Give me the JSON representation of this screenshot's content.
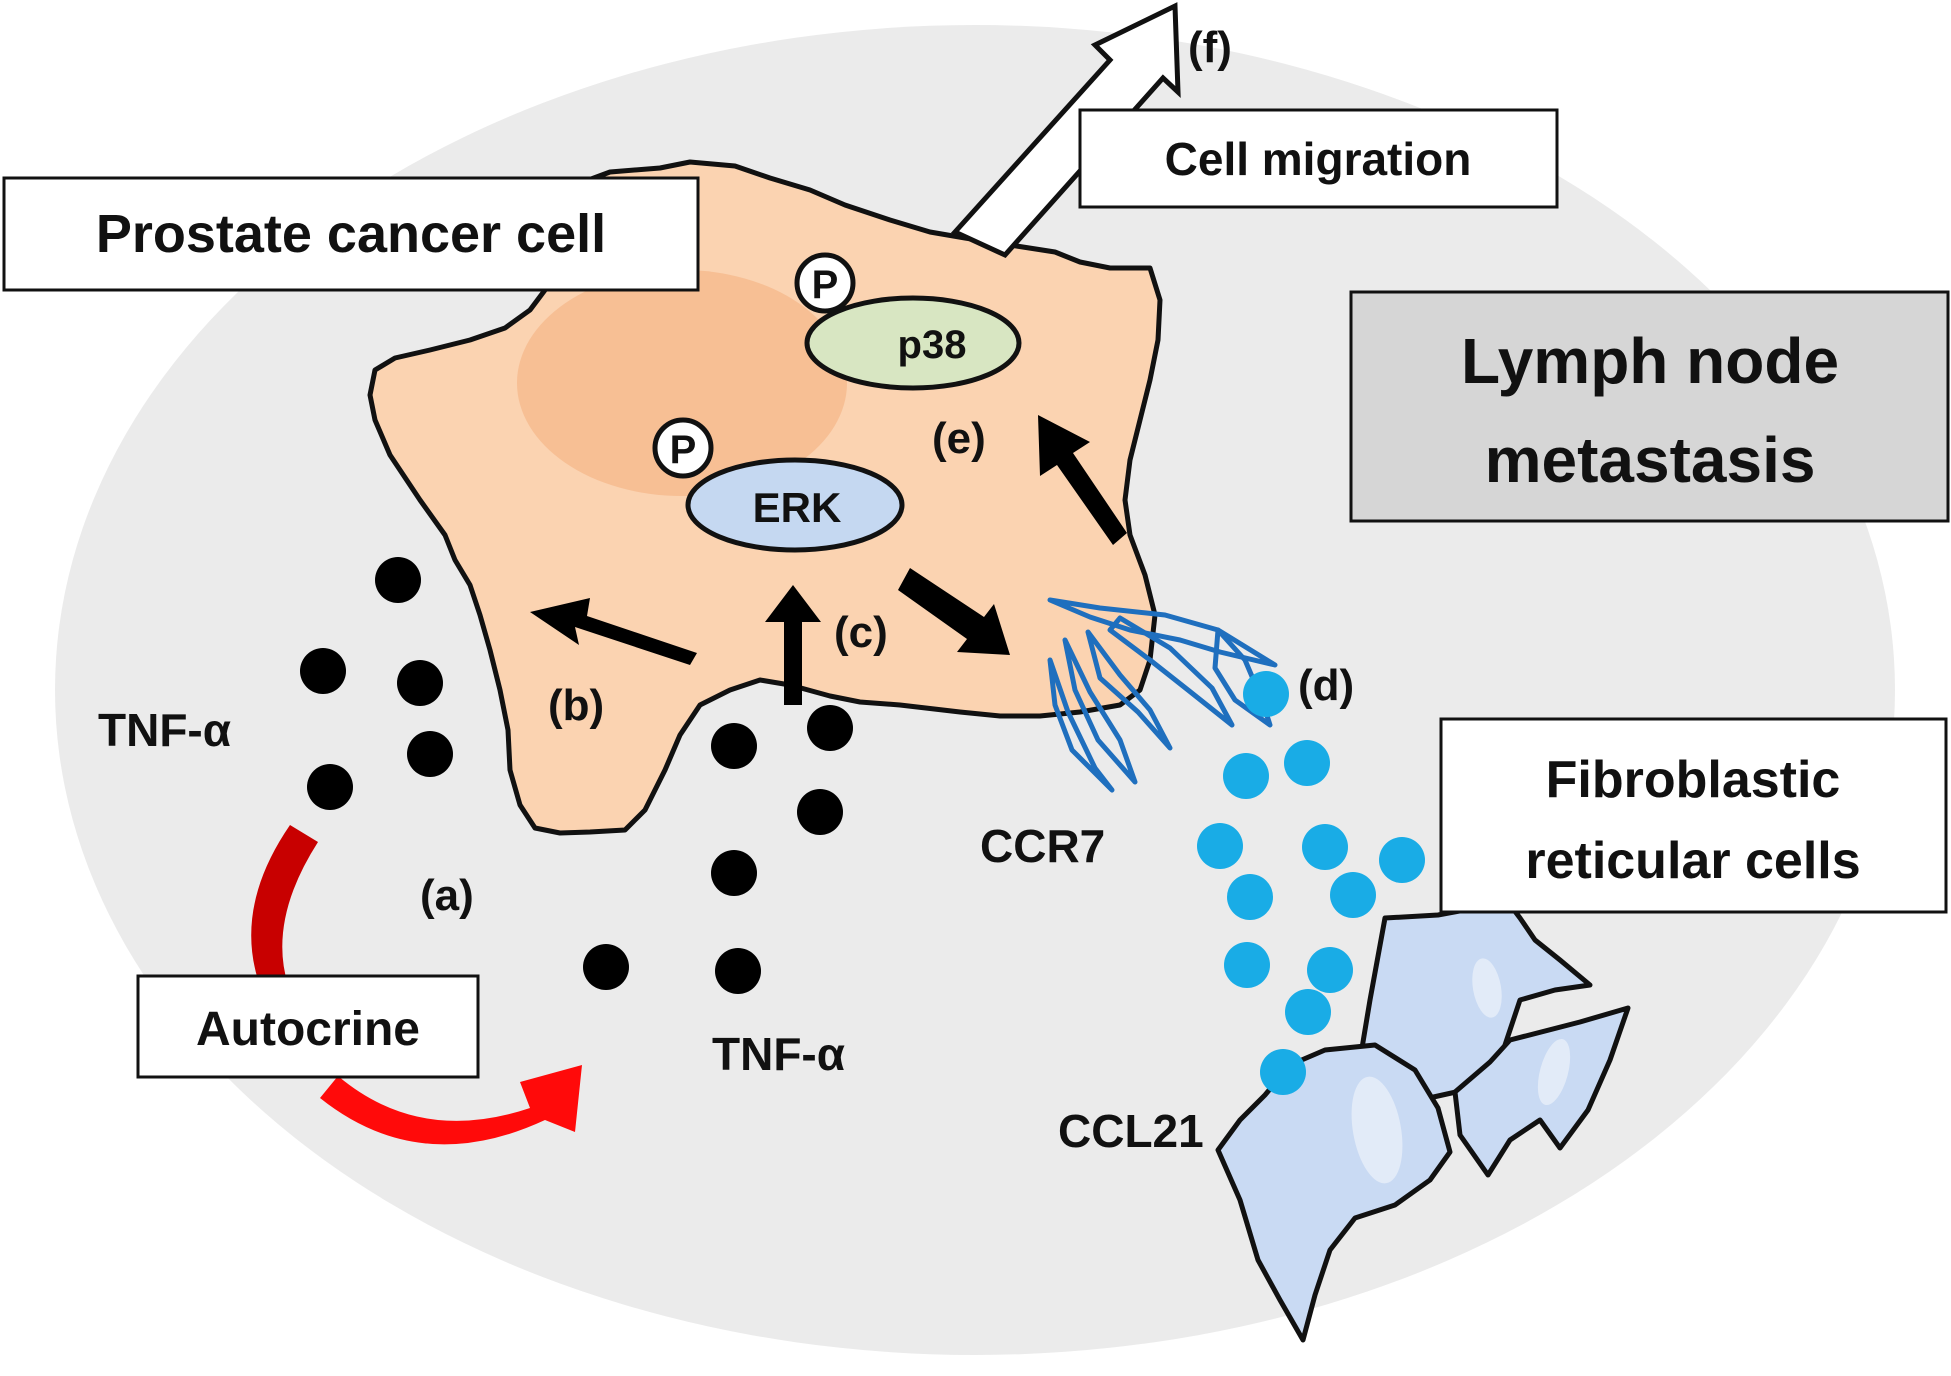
{
  "labels": {
    "prostate_cancer_cell": "Prostate cancer cell",
    "cell_migration": "Cell migration",
    "lymph_node_line1": "Lymph node",
    "lymph_node_line2": "metastasis",
    "fibroblastic_line1": "Fibroblastic",
    "fibroblastic_line2": "reticular cells",
    "autocrine": "Autocrine",
    "tnf_left": "TNF-α",
    "tnf_bottom": "TNF-α",
    "ccr7": "CCR7",
    "ccl21": "CCL21",
    "erk": "ERK",
    "p38": "p38",
    "phospho_erk": "P",
    "phospho_p38": "P"
  },
  "steps": {
    "a": "(a)",
    "b": "(b)",
    "c": "(c)",
    "d": "(d)",
    "e": "(e)",
    "f": "(f)"
  },
  "colors": {
    "lymph_node_bg": "#ebebeb",
    "cell_fill": "#fbd3b1",
    "nucleus": "#f6bb8f",
    "erk_fill": "#c5d8f1",
    "p38_fill": "#d8e6c2",
    "ccr7_stroke": "#1f6fbe",
    "ccl21_dot": "#19ace6",
    "tnf_dot": "#000000",
    "autocrine_arrow": "#e00000",
    "fibroblast_fill": "#c9daf3",
    "lymph_box_fill": "#d6d6d6"
  }
}
